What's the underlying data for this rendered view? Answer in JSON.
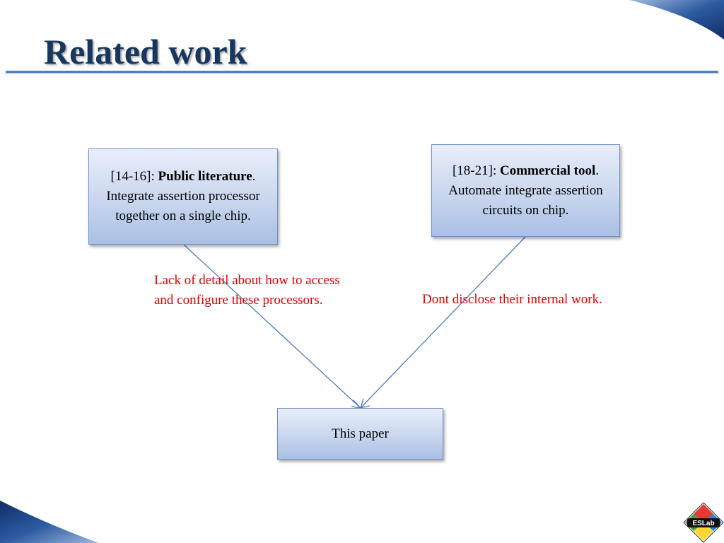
{
  "slide": {
    "title": "Related work"
  },
  "boxes": {
    "public": {
      "ref": "[14-16]: ",
      "bold": "Public literature",
      "after_bold": ".",
      "rest": "Integrate assertion processor together on a single chip."
    },
    "commercial": {
      "ref": "[18-21]: ",
      "bold": "Commercial tool",
      "after_bold": ".",
      "rest": "Automate integrate assertion circuits on chip."
    },
    "this_paper": {
      "label": "This paper"
    }
  },
  "notes": {
    "public": "Lack of  detail about how to access and configure these processors.",
    "commercial": "Dont disclose their internal work."
  },
  "logo": {
    "text": "ESLab"
  },
  "colors": {
    "title": "#17375e",
    "accent": "#4f81bd",
    "note": "#e00000"
  }
}
